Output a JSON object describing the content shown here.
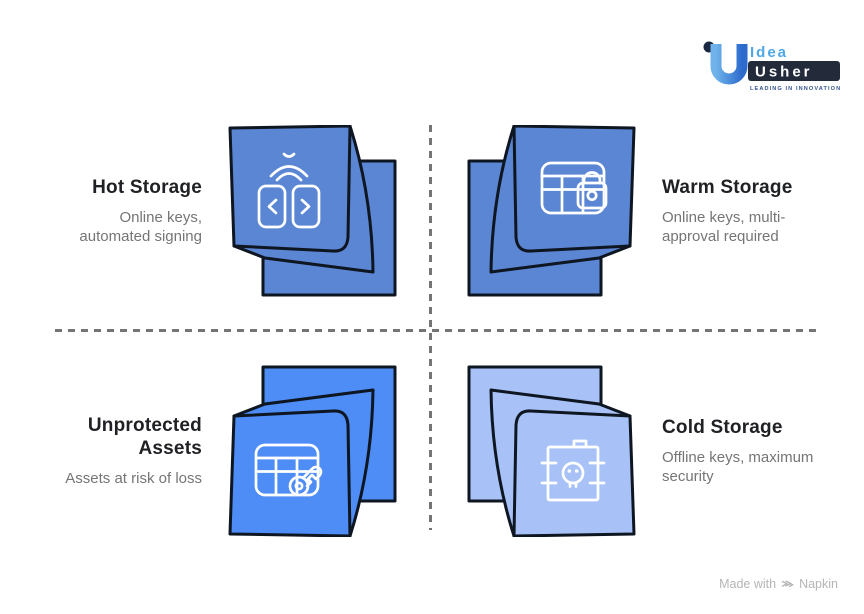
{
  "logo": {
    "brand_top": "Idea",
    "brand_bottom": "Usher",
    "tagline": "LEADING IN INNOVATION"
  },
  "quadrants": [
    {
      "id": "hot-storage",
      "title": "Hot Storage",
      "description": "Online keys,\nautomated signing",
      "icon": "signing-panels-signal-icon",
      "cube_color": "#5b86d3"
    },
    {
      "id": "warm-storage",
      "title": "Warm Storage",
      "description": "Online keys, multi-\napproval required",
      "icon": "table-lock-icon",
      "cube_color": "#5b86d3"
    },
    {
      "id": "unprotected-assets",
      "title": "Unprotected\nAssets",
      "description": "Assets at risk of loss",
      "icon": "table-key-icon",
      "cube_color": "#4e8cf6"
    },
    {
      "id": "cold-storage",
      "title": "Cold Storage",
      "description": "Offline keys, maximum\nsecurity",
      "icon": "barrel-skull-icon",
      "cube_color": "#a8c2f7"
    }
  ],
  "colors": {
    "cube_outline": "#0e1621",
    "cube_blue_mid": "#5b86d3",
    "cube_blue_bright": "#4e8cf6",
    "cube_blue_light": "#a8c2f7",
    "divider_gray": "#757575",
    "title_text": "#202124",
    "description_text": "#757575",
    "logo_blue": "#4fa8e6",
    "logo_badge_bg": "#232b3b",
    "footer_gray": "#b5b5b5"
  },
  "footer": {
    "made_with": "Made with",
    "brand": "Napkin"
  }
}
